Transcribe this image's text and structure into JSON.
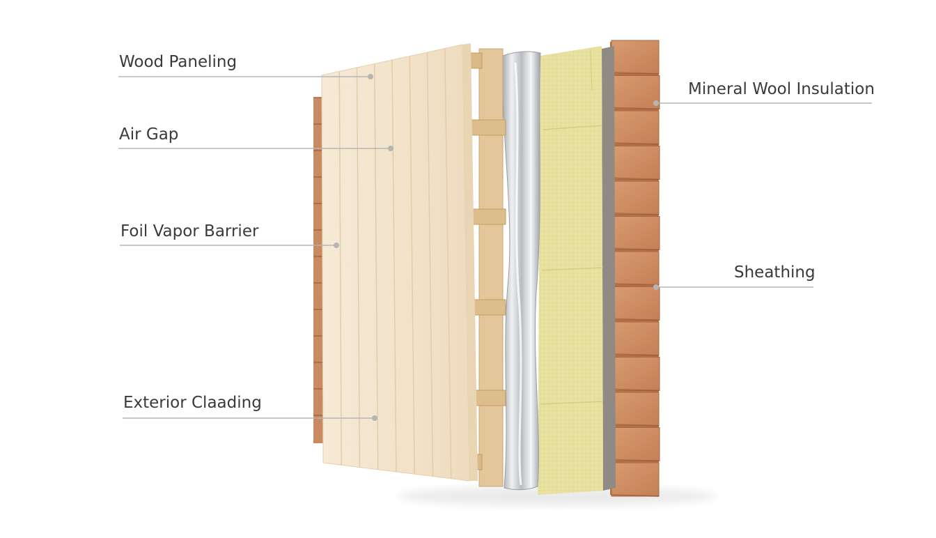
{
  "labels": {
    "wood_paneling": "Wood Paneling",
    "air_gap": "Air Gap",
    "foil_vapor_barrier": "Foil Vapor Barrier",
    "exterior_cladding": "Exterior Claading",
    "mineral_wool_insulation": "Mineral Wool Insulation",
    "sheathing": "Sheathing"
  },
  "colors": {
    "leader_line": "#b5b5b5",
    "label_text": "#3a3a3a",
    "paneling": "#f3e3c9",
    "stud": "#e2c597",
    "foil": "#c9ccd0",
    "insulation": "#e7df9c",
    "cladding": "#cf8e62"
  }
}
